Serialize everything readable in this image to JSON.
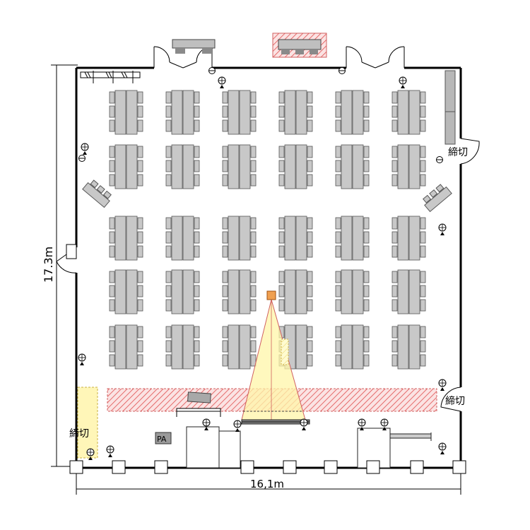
{
  "dimensions": {
    "height_label": "17.3m",
    "width_label": "16,1m"
  },
  "labels": {
    "emergency_cutoff": "締切",
    "pa_booth": "PA"
  },
  "colors": {
    "wall": "#000000",
    "table": "#c8c8c8",
    "table_stroke": "#555555",
    "hatch": "#e05050",
    "light_beam": "#fff3a0",
    "projector": "#f0a050",
    "cutoff_zone": "#fff7b0"
  },
  "layout_grid": {
    "rows": 5,
    "columns": 6,
    "table_block": "3 chairs each side"
  }
}
